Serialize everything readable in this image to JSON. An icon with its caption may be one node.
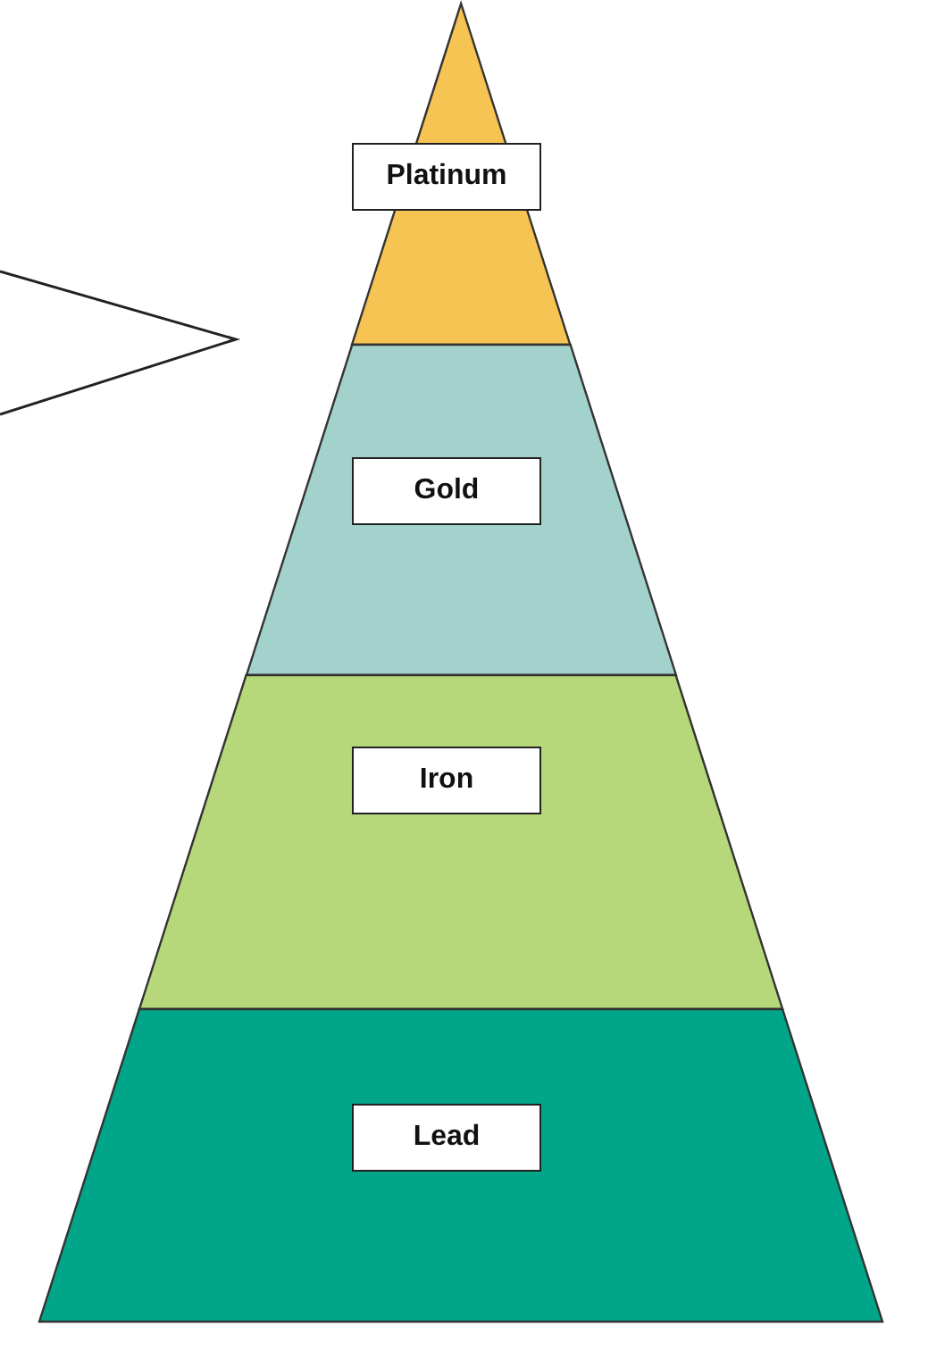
{
  "diagram": {
    "nodes": [
      {
        "text": [
          "Platinum"
        ]
      },
      {
        "text": [
          "Gold"
        ]
      },
      {
        "text": [
          "Iron"
        ]
      },
      {
        "text": [
          "Lead"
        ]
      }
    ]
  }
}
